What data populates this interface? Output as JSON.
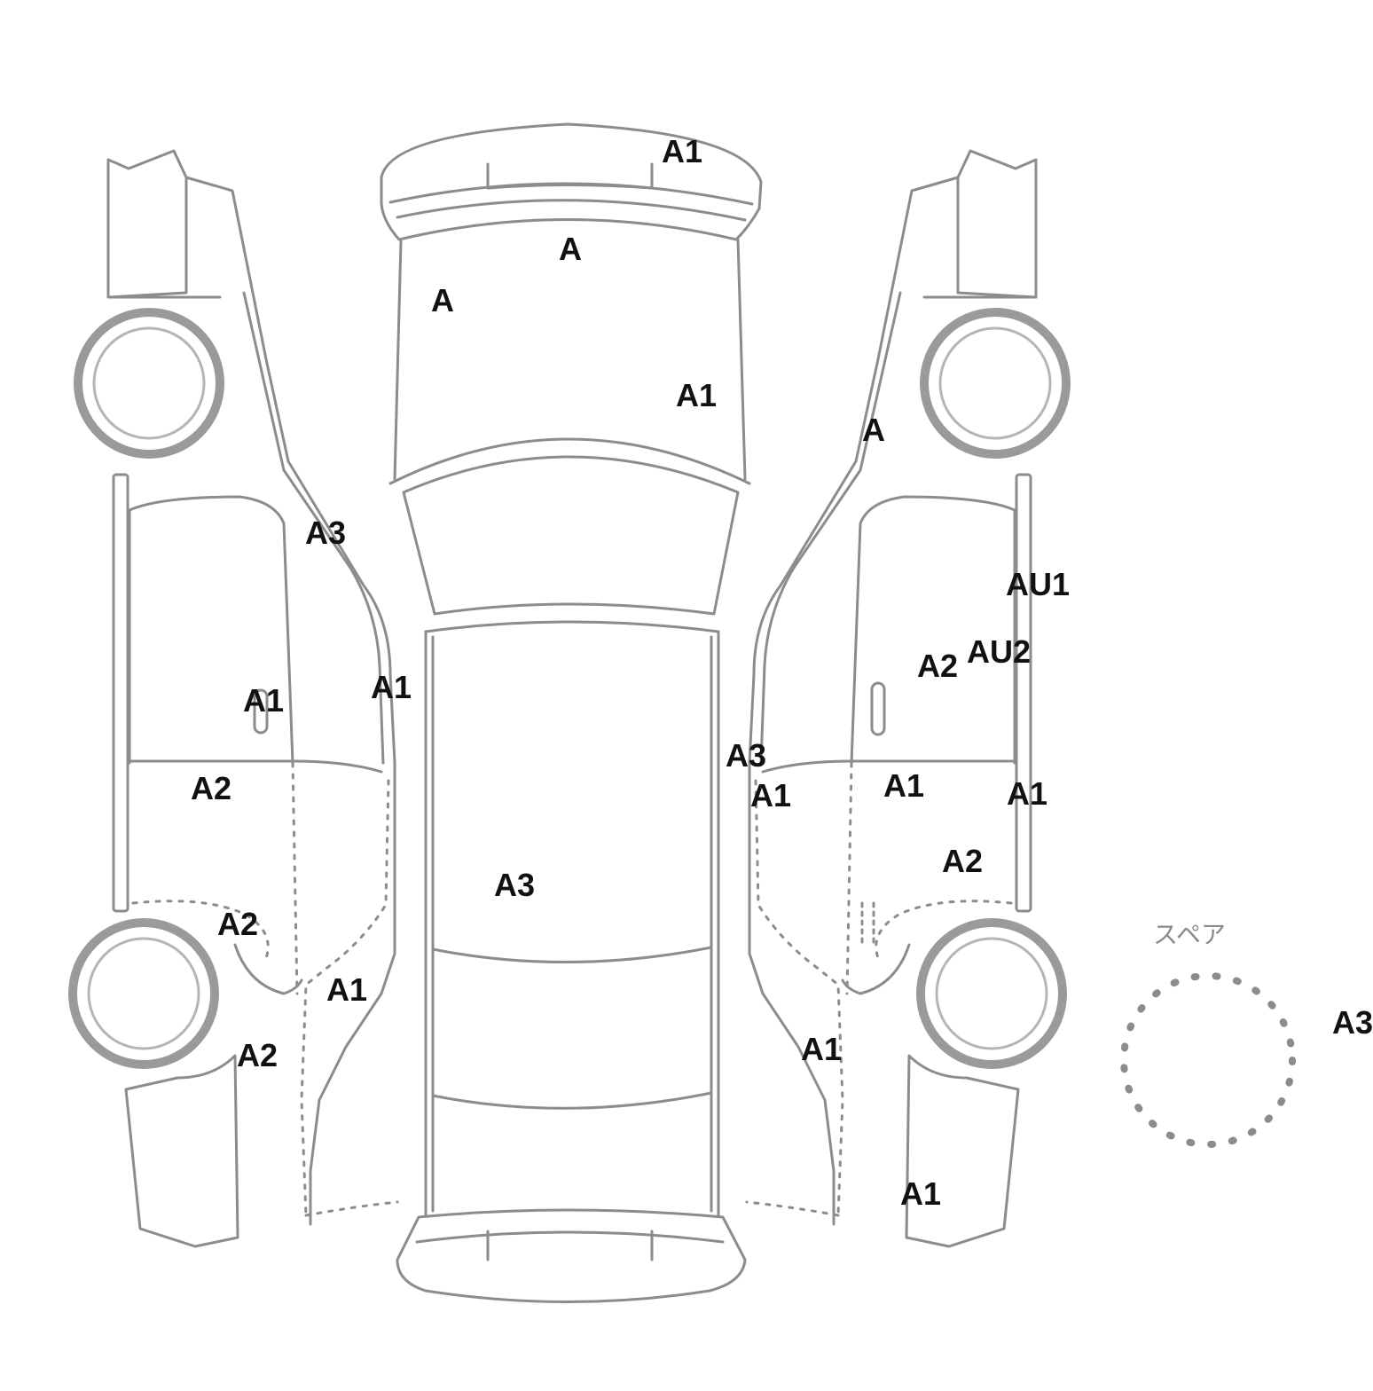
{
  "diagram": {
    "spare_label": "スペア",
    "marks": [
      "A1",
      "A",
      "A",
      "A1",
      "A",
      "A3",
      "AU1",
      "A2",
      "AU2",
      "A1",
      "A1",
      "A3",
      "A2",
      "A1",
      "A1",
      "A1",
      "A3",
      "A2",
      "A2",
      "A1",
      "A2",
      "A1",
      "A3",
      "A1"
    ]
  },
  "colors": {
    "line": "#8c8c8c",
    "label": "#111111",
    "tire": "#9a9a9a"
  }
}
